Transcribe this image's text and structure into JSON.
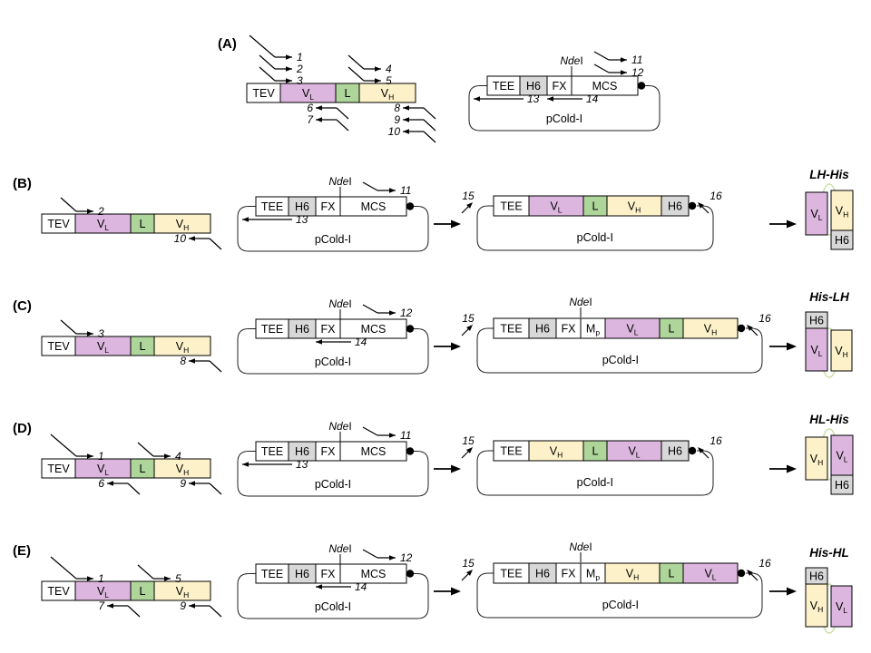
{
  "strings": {
    "plasmid_name": "pCold-I",
    "site_prefix": "Nde",
    "site_suffix": "I"
  },
  "colors": {
    "vl": "#DCB6DE",
    "linker": "#AFD69A",
    "vh": "#FCF1C8",
    "h6": "#D8D8D8",
    "plain": "#FFFFFF",
    "linker_loop": "#CDE2A9",
    "ink": "#000000"
  },
  "segment_defs": {
    "TEV": {
      "text": "TEV",
      "fill": "plain"
    },
    "TEE": {
      "text": "TEE",
      "fill": "plain"
    },
    "H6": {
      "text": "H6",
      "fill": "h6"
    },
    "FX": {
      "text": "FX",
      "fill": "plain"
    },
    "MCS": {
      "text": "MCS",
      "fill": "plain"
    },
    "Mp": {
      "text": "M",
      "sub": "p",
      "fill": "plain"
    },
    "VL": {
      "text": "V",
      "sub": "L",
      "fill": "vl"
    },
    "L": {
      "text": "L",
      "fill": "linker"
    },
    "VH": {
      "text": "V",
      "sub": "H",
      "fill": "vh"
    }
  },
  "panels": [
    {
      "label": "(A)",
      "construct": {
        "segments": [
          "TEV",
          "VL",
          "L",
          "VH"
        ],
        "primers_top_left": [
          "1",
          "2",
          "3"
        ],
        "primers_top_right": [
          "4",
          "5"
        ],
        "primers_bottom_left": [
          "6",
          "7"
        ],
        "primers_bottom_right": [
          "8",
          "9",
          "10"
        ]
      },
      "vector": {
        "segments": [
          "TEE",
          "H6",
          "FX",
          "MCS"
        ],
        "site": "NdeI",
        "name": "pCold-I",
        "primers_top_right": [
          "11",
          "12"
        ],
        "primers_bottom": [
          {
            "num": "13",
            "under": "left"
          },
          {
            "num": "14",
            "under": "right"
          }
        ]
      }
    },
    {
      "label": "(B)",
      "construct": {
        "segments": [
          "TEV",
          "VL",
          "L",
          "VH"
        ],
        "primers_top_left": [
          "2"
        ],
        "primers_bottom_right": [
          "10"
        ]
      },
      "vector": {
        "segments": [
          "TEE",
          "H6",
          "FX",
          "MCS"
        ],
        "site": "NdeI",
        "name": "pCold-I",
        "primers_top_right": [
          "11"
        ],
        "primers_bottom": [
          {
            "num": "13",
            "under": "left"
          }
        ]
      },
      "recombinant": {
        "segments": [
          "TEE",
          "VL",
          "L",
          "VH",
          "H6"
        ],
        "name": "pCold-I",
        "primer_left": "15",
        "primer_right": "16"
      },
      "product": {
        "title": "LH-His",
        "front": [
          "VL"
        ],
        "back": [
          "VH",
          "H6"
        ]
      }
    },
    {
      "label": "(C)",
      "construct": {
        "segments": [
          "TEV",
          "VL",
          "L",
          "VH"
        ],
        "primers_top_left": [
          "3"
        ],
        "primers_bottom_right": [
          "8"
        ]
      },
      "vector": {
        "segments": [
          "TEE",
          "H6",
          "FX",
          "MCS"
        ],
        "site": "NdeI",
        "name": "pCold-I",
        "primers_top_right": [
          "12"
        ],
        "primers_bottom": [
          {
            "num": "14",
            "under": "right"
          }
        ]
      },
      "recombinant": {
        "segments": [
          "TEE",
          "H6",
          "FX",
          "Mp",
          "VL",
          "L",
          "VH"
        ],
        "site": "NdeI",
        "name": "pCold-I",
        "primer_left": "15",
        "primer_right": "16"
      },
      "product": {
        "title": "His-LH",
        "front": [
          "H6",
          "VL"
        ],
        "back": [
          "VH"
        ]
      }
    },
    {
      "label": "(D)",
      "construct": {
        "segments": [
          "TEV",
          "VL",
          "L",
          "VH"
        ],
        "primers_top_left": [
          "1"
        ],
        "primers_top_right": [
          "4"
        ],
        "primers_bottom_left": [
          "6"
        ],
        "primers_bottom_right": [
          "9"
        ]
      },
      "vector": {
        "segments": [
          "TEE",
          "H6",
          "FX",
          "MCS"
        ],
        "site": "NdeI",
        "name": "pCold-I",
        "primers_top_right": [
          "11"
        ],
        "primers_bottom": [
          {
            "num": "13",
            "under": "left"
          }
        ]
      },
      "recombinant": {
        "segments": [
          "TEE",
          "VH",
          "L",
          "VL",
          "H6"
        ],
        "name": "pCold-I",
        "primer_left": "15",
        "primer_right": "16"
      },
      "product": {
        "title": "HL-His",
        "front": [
          "VH"
        ],
        "back": [
          "VL",
          "H6"
        ]
      }
    },
    {
      "label": "(E)",
      "construct": {
        "segments": [
          "TEV",
          "VL",
          "L",
          "VH"
        ],
        "primers_top_left": [
          "1"
        ],
        "primers_top_right": [
          "5"
        ],
        "primers_bottom_left": [
          "7"
        ],
        "primers_bottom_right": [
          "9"
        ]
      },
      "vector": {
        "segments": [
          "TEE",
          "H6",
          "FX",
          "MCS"
        ],
        "site": "NdeI",
        "name": "pCold-I",
        "primers_top_right": [
          "12"
        ],
        "primers_bottom": [
          {
            "num": "14",
            "under": "right"
          }
        ]
      },
      "recombinant": {
        "segments": [
          "TEE",
          "H6",
          "FX",
          "Mp",
          "VH",
          "L",
          "VL"
        ],
        "site": "NdeI",
        "name": "pCold-I",
        "primer_left": "15",
        "primer_right": "16"
      },
      "product": {
        "title": "His-HL",
        "front": [
          "H6",
          "VH"
        ],
        "back": [
          "VL"
        ]
      }
    }
  ]
}
